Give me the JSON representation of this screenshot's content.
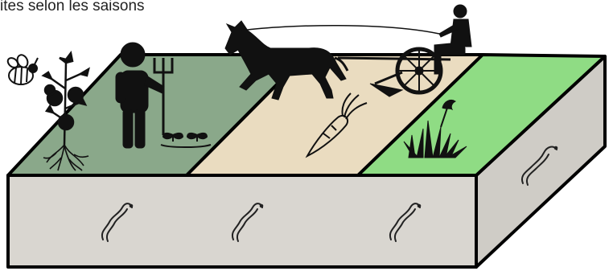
{
  "caption": "ites selon les saisons",
  "colors": {
    "stroke": "#000000",
    "soil_front": "#d9d6d0",
    "soil_side": "#cfccc6",
    "zone_dark_green": "#8aa88a",
    "zone_beige": "#eadcc0",
    "zone_light_green": "#8fdc84",
    "silhouette": "#111111"
  },
  "zones": [
    {
      "id": "left",
      "fill": "zone_dark_green"
    },
    {
      "id": "middle",
      "fill": "zone_beige"
    },
    {
      "id": "right",
      "fill": "zone_light_green"
    }
  ],
  "icons": [
    "bee-icon",
    "tomato-plant-icon",
    "farmer-with-fork-icon",
    "seedlings-icon",
    "horse-icon",
    "cart-driver-icon",
    "carrot-icon",
    "grass-flower-icon",
    "earthworm-icon"
  ]
}
